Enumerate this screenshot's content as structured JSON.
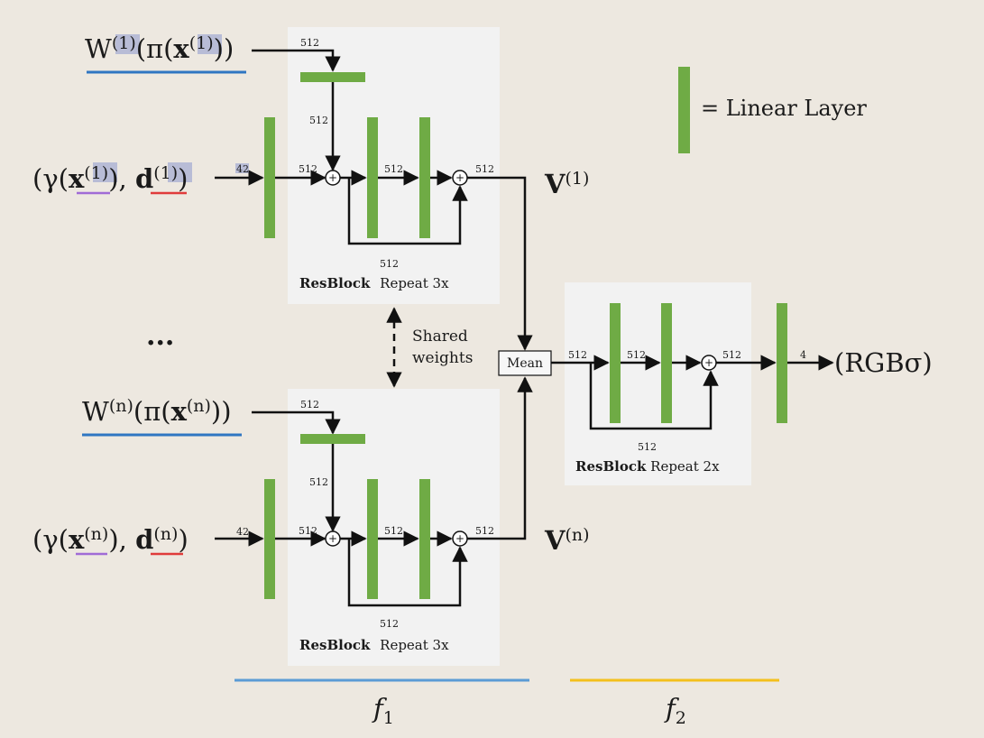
{
  "legend": {
    "label": "= Linear Layer"
  },
  "inputs": {
    "w1": {
      "W": "W",
      "sup": "(1)",
      "pi_open": "(π(",
      "x": "x",
      "xsup": "(1)",
      "close": "))"
    },
    "wn": {
      "W": "W",
      "sup": "(n)",
      "pi_open": "(π(",
      "x": "x",
      "xsup": "(n)",
      "close": "))"
    },
    "g1": {
      "open": "(γ(",
      "x": "x",
      "xsup": "(1)",
      "mid": "),",
      "d": "d",
      "dsup": "(1)",
      "close": ")"
    },
    "gn": {
      "open": "(γ(",
      "x": "x",
      "xsup": "(n)",
      "mid": "),",
      "d": "d",
      "dsup": "(n)",
      "close": ")"
    }
  },
  "ellipsis": "...",
  "dims": {
    "d512": "512",
    "d42": "42",
    "d4": "4"
  },
  "resblock": {
    "name": "ResBlock",
    "repeat3": "Repeat 3x",
    "repeat2": "Repeat 2x"
  },
  "shared": {
    "line1": "Shared",
    "line2": "weights"
  },
  "mean": "Mean",
  "outputs": {
    "v1": {
      "V": "V",
      "sup": "(1)"
    },
    "vn": {
      "V": "V",
      "sup": "(n)"
    },
    "rgb": "(RGBσ)"
  },
  "functions": {
    "f1": {
      "f": "f",
      "sub": "1"
    },
    "f2": {
      "f": "f",
      "sub": "2"
    }
  },
  "colors": {
    "linear_layer": "#6fab45",
    "block_bg": "#f2f2f2",
    "f1_line": "#5b9bd5",
    "f2_line": "#f4c01c",
    "w_underline": "#2f76c2",
    "x_underline": "#a06bd6",
    "d_underline": "#e03b3b",
    "highlight": "#b8bcd6"
  }
}
